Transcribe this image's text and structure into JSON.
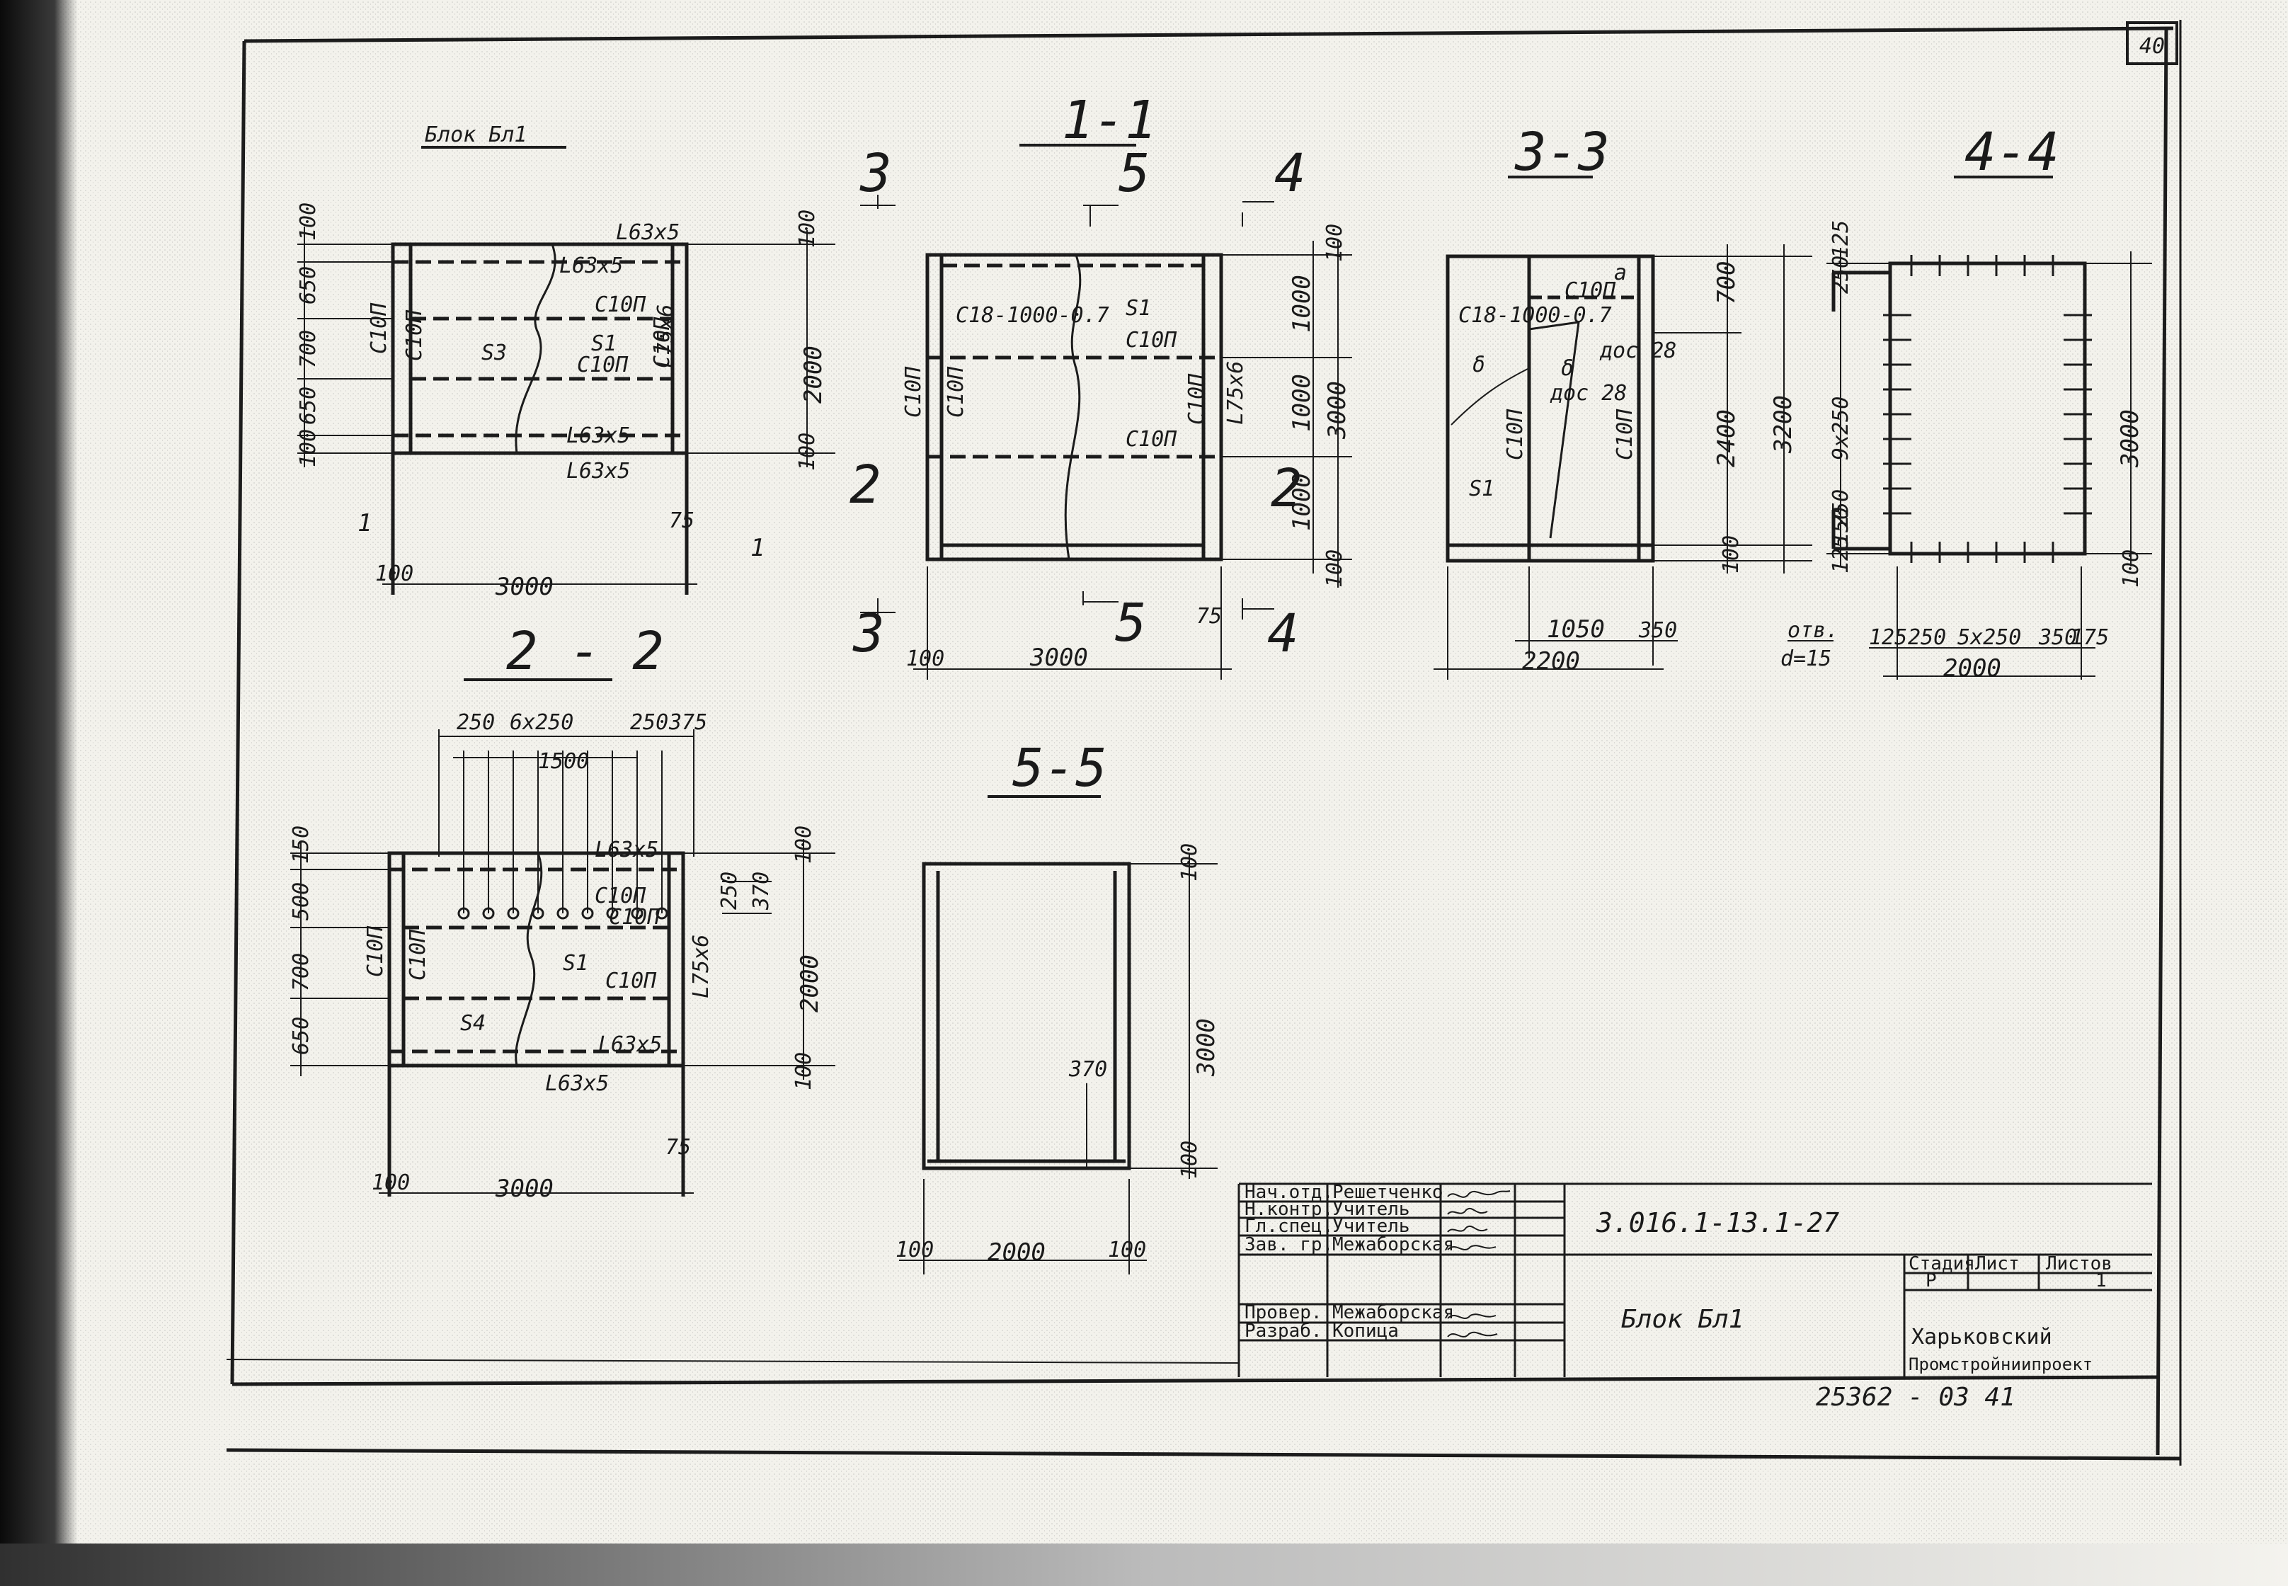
{
  "sheet": {
    "number": "40",
    "drawing_code": "3.016.1-13.1-27",
    "drawing_title": "Блок Бл1",
    "archive_number": "25362 - 03  41",
    "organization": [
      "Харьковский",
      "Промстройниипроект"
    ]
  },
  "title_block": {
    "roles": [
      "Нач.отд.",
      "Н.контр.",
      "Гл.спец.",
      "Зав. гр.",
      "Провер.",
      "Разраб."
    ],
    "names": [
      "Решетченко",
      "Учитель",
      "Учитель",
      "Межаборская",
      "Межаборская",
      "Копица"
    ],
    "stage_headers": [
      "Стадия",
      "Лист",
      "Листов"
    ],
    "stage_values": [
      "Р",
      "",
      "1"
    ]
  },
  "views": {
    "plan": {
      "title": "Блок Бл1",
      "labels": [
        "L63x5",
        "L63x5",
        "C10П",
        "S3",
        "S1",
        "C10П",
        "C10П",
        "C10П",
        "C10П",
        "L75x6",
        "L63x5",
        "L63x5",
        "1",
        "1"
      ],
      "dims": [
        "100",
        "650",
        "700",
        "650",
        "100",
        "3000",
        "100",
        "75",
        "2000",
        "100",
        "100"
      ]
    },
    "s11": {
      "title": "1-1",
      "labels": [
        "3",
        "5",
        "4",
        "C18-1000-0.7",
        "S1",
        "C10П",
        "C10П",
        "C10П",
        "C10П",
        "C10П",
        "L75x6",
        "2",
        "2",
        "3",
        "5",
        "4"
      ],
      "dims": [
        "1000",
        "1000",
        "1000",
        "3000",
        "100",
        "100",
        "3000",
        "75",
        "100"
      ]
    },
    "s22": {
      "title": "2 - 2",
      "labels": [
        "L63x5",
        "C10П",
        "C10П",
        "C10П",
        "C10П",
        "S1",
        "C10П",
        "S4",
        "L63x5",
        "L63x5",
        "L75x6"
      ],
      "dims": [
        "250",
        "6x250",
        "250",
        "375",
        "1500",
        "150",
        "500",
        "700",
        "650",
        "2000",
        "100",
        "100",
        "100",
        "3000",
        "75",
        "250",
        "370"
      ]
    },
    "s33": {
      "title": "3-3",
      "labels": [
        "C18-1000-0.7",
        "C10П",
        "C10П",
        "C10П",
        "S1",
        "δ",
        "δ",
        "дос 28",
        "дос 28",
        "a"
      ],
      "dims": [
        "700",
        "2400",
        "3200",
        "100",
        "1050",
        "350",
        "2200"
      ]
    },
    "s44": {
      "title": "4-4",
      "labels": [
        "отв.",
        "d=15"
      ],
      "dims": [
        "250",
        "125",
        "9x250",
        "250",
        "125",
        "150",
        "3000",
        "100",
        "125",
        "250",
        "5x250",
        "350",
        "175",
        "2000"
      ]
    },
    "s55": {
      "title": "5-5",
      "dims": [
        "100",
        "3000",
        "100",
        "370",
        "100",
        "2000",
        "100"
      ]
    }
  }
}
